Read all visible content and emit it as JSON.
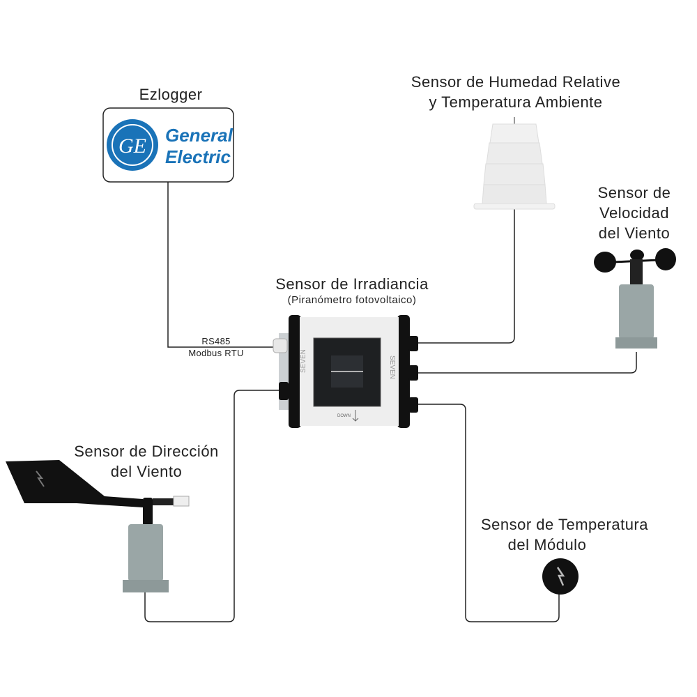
{
  "nodes": {
    "logger": {
      "label": "Ezlogger",
      "brand_line1": "General",
      "brand_line2": "Electric",
      "brand_mark": "GE"
    },
    "irradiance": {
      "label": "Sensor de Irradiancia",
      "sublabel": "(Piranómetro fotovoltaico)",
      "brand": "SEVEN",
      "down_mark": "DOWN"
    },
    "humidity": {
      "line1": "Sensor de Humedad Relative",
      "line2": "y Temperatura Ambiente"
    },
    "wind_speed": {
      "line1": "Sensor de",
      "line2": "Velocidad",
      "line3": "del Viento"
    },
    "wind_direction": {
      "line1": "Sensor de Dirección",
      "line2": "del Viento"
    },
    "module_temp": {
      "line1": "Sensor de Temperatura",
      "line2": "del Módulo"
    }
  },
  "connection": {
    "line1": "RS485",
    "line2": "Modbus RTU"
  },
  "colors": {
    "ge_blue": "#1a73b8",
    "line": "#222222",
    "sensor_gray": "#9aa6a6",
    "device_black": "#111111"
  }
}
